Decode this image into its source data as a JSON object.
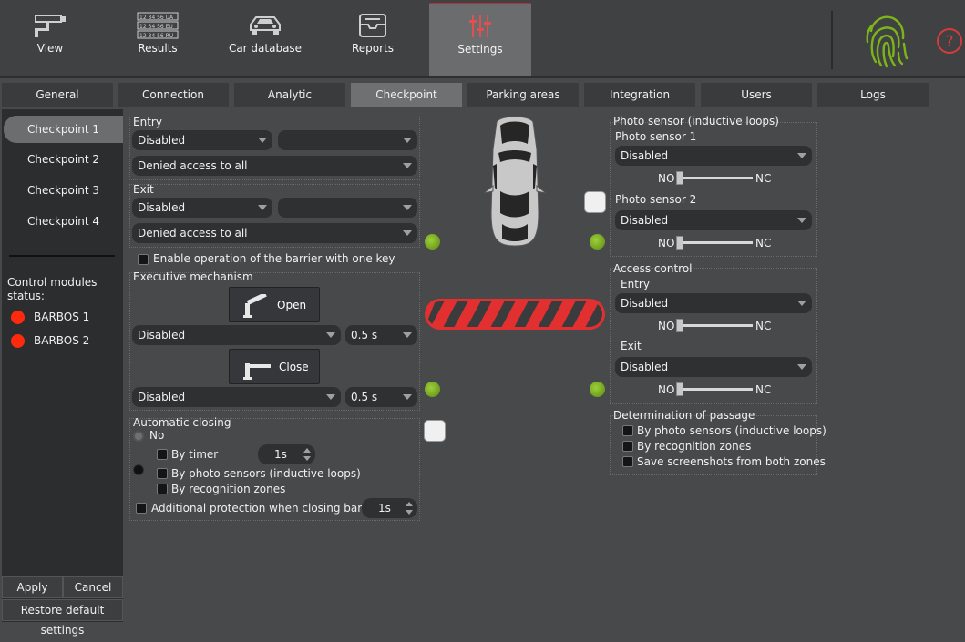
{
  "nav": {
    "items": [
      {
        "label": "View",
        "icon": "cctv-camera-icon"
      },
      {
        "label": "Results",
        "icon": "license-plate-list-icon"
      },
      {
        "label": "Car database",
        "icon": "car-icon"
      },
      {
        "label": "Reports",
        "icon": "reports-box-icon"
      },
      {
        "label": "Settings",
        "icon": "sliders-icon"
      }
    ],
    "active": "Settings",
    "results_icon_plates": [
      "12 34 56 UA",
      "12 34 56 EU",
      "12 34 56 RU"
    ],
    "fingerprint_icon": "fingerprint-icon",
    "help_icon": "help-icon",
    "help_glyph": "?"
  },
  "tabs": [
    "General",
    "Connection",
    "Analytic",
    "Checkpoint",
    "Parking areas",
    "Integration",
    "Users",
    "Logs"
  ],
  "active_tab": "Checkpoint",
  "sidebar": {
    "checkpoints": [
      "Checkpoint 1",
      "Checkpoint 2",
      "Checkpoint 3",
      "Checkpoint 4"
    ],
    "status_title": "Control modules status:",
    "modules": [
      {
        "name": "BARBOS 1",
        "color": "#ff2a0e"
      },
      {
        "name": "BARBOS 2",
        "color": "#ff2a0e"
      }
    ],
    "apply_label": "Apply",
    "cancel_label": "Cancel",
    "restore_label": "Restore default settings"
  },
  "entry": {
    "title": "Entry",
    "mode": "Disabled",
    "secondary": "",
    "access": "Denied access to all"
  },
  "exit": {
    "title": "Exit",
    "mode": "Disabled",
    "secondary": "",
    "access": "Denied access to all"
  },
  "one_key": {
    "label": "Enable operation of the barrier with one key",
    "checked": false
  },
  "exec": {
    "title": "Executive mechanism",
    "open_label": "Open",
    "close_label": "Close",
    "open_mode": "Disabled",
    "open_time": "0.5 s",
    "close_mode": "Disabled",
    "close_time": "0.5 s"
  },
  "auto_close": {
    "title": "Automatic closing",
    "no_label": "No",
    "by_timer_label": "By timer",
    "timer_value": "1s",
    "by_photo_label": "By photo sensors (inductive loops)",
    "by_zones_label": "By recognition zones",
    "additional_label": "Additional protection when closing barrier",
    "additional_value": "1s"
  },
  "photo": {
    "title": "Photo sensor (inductive loops)",
    "s1_title": "Photo sensor 1",
    "s1_mode": "Disabled",
    "s2_title": "Photo sensor 2",
    "s2_mode": "Disabled",
    "no_label": "NO",
    "nc_label": "NC"
  },
  "access": {
    "title": "Access control",
    "entry_title": "Entry",
    "entry_mode": "Disabled",
    "exit_title": "Exit",
    "exit_mode": "Disabled",
    "no_label": "NO",
    "nc_label": "NC"
  },
  "passage": {
    "title": "Determination of passage",
    "opt1": "By photo sensors (inductive loops)",
    "opt2": "By recognition zones",
    "opt3": "Save screenshots from both zones"
  },
  "colors": {
    "barrier_red": "#e23030",
    "indicator_green": "#7cb518",
    "status_red": "#ff2a0e"
  }
}
